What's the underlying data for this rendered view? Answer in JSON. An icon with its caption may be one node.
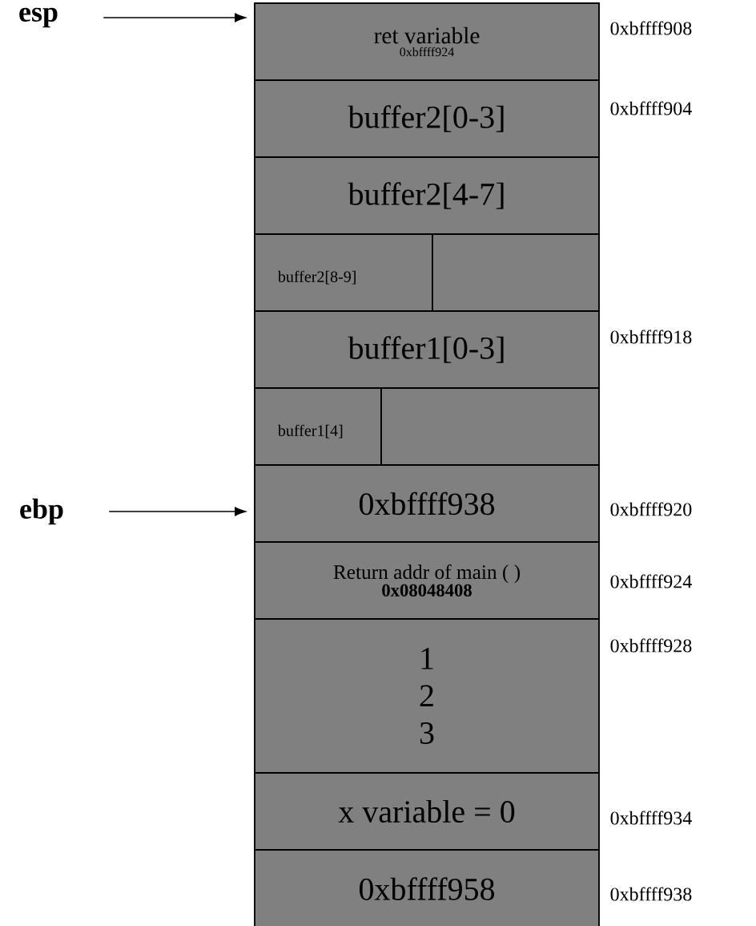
{
  "diagram": {
    "nodes": [
      {
        "text": [
          "esp"
        ]
      },
      {
        "text": [
          "ret variable",
          "0xbffff924"
        ],
        "beside": [
          "0xbffff908"
        ]
      },
      {
        "text": [
          "buffer2[0-3]"
        ],
        "beside": [
          "0xbffff904"
        ]
      },
      {
        "text": [
          "buffer2[4-7]"
        ]
      },
      {
        "text": [
          "buffer2[8-9]"
        ]
      },
      {
        "text": [],
        "shape": "box"
      },
      {
        "text": [
          "buffer1[0-3]"
        ],
        "beside": [
          "0xbffff918"
        ]
      },
      {
        "text": [
          "buffer1[4]"
        ]
      },
      {
        "text": [],
        "shape": "box"
      },
      {
        "text": [
          "ebp"
        ]
      },
      {
        "text": [
          "0xbffff938"
        ],
        "beside": [
          "0xbffff920"
        ]
      },
      {
        "text": [
          "Return addr of main ( )",
          "0x08048408"
        ],
        "beside": [
          "0xbffff924"
        ]
      },
      {
        "text": [
          "1",
          "2",
          "3"
        ],
        "beside": [
          "0xbffff928"
        ]
      },
      {
        "text": [
          "x variable = 0"
        ],
        "beside": [
          "0xbffff934"
        ]
      },
      {
        "text": [
          "0xbffff958"
        ],
        "beside": [
          "0xbffff938"
        ]
      }
    ],
    "edges": [
      {
        "from": 0,
        "to": 1,
        "arrow": "to"
      },
      {
        "from": 9,
        "to": 10,
        "arrow": "to"
      }
    ]
  }
}
